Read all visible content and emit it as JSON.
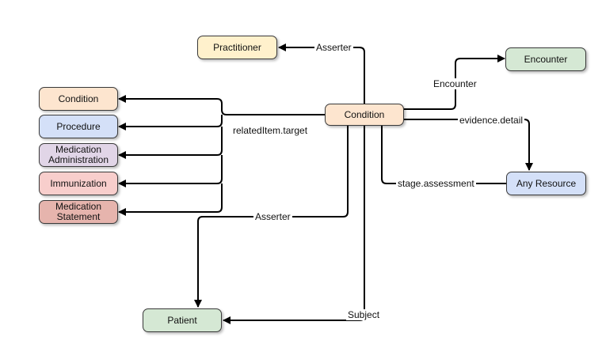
{
  "nodes": {
    "practitioner": "Practitioner",
    "condition_main": "Condition",
    "encounter": "Encounter",
    "condition": "Condition",
    "procedure": "Procedure",
    "medication_administration": "Medication Administration",
    "immunization": "Immunization",
    "medication_statement": "Medication Statement",
    "any_resource": "Any Resource",
    "patient": "Patient"
  },
  "edges": {
    "asserter_practitioner": "Asserter",
    "encounter": "Encounter",
    "related_item_target": "relatedItem.target",
    "evidence_detail": "evidence.detail",
    "stage_assessment": "stage.assessment",
    "asserter_patient": "Asserter",
    "subject": "Subject"
  },
  "colors": {
    "peach": "#fde5cf",
    "yellow": "#fff1cc",
    "green": "#d5e8d4",
    "blue": "#d4e0f8",
    "lavender": "#e1d5e7",
    "pink": "#f8cecc",
    "salmon": "#e6b4ad",
    "line": "#000000"
  }
}
